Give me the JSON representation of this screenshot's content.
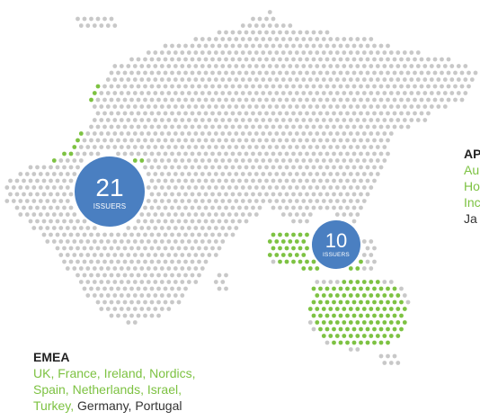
{
  "colors": {
    "land_dot": "#c8c8c8",
    "issuer_dot": "#7dc242",
    "bubble": "#4a7fc1",
    "label_green": "#7dc242",
    "label_dark": "#333333"
  },
  "bubbles": [
    {
      "id": "emea",
      "count": "21",
      "unit": "ISSUERS"
    },
    {
      "id": "apac",
      "count": "10",
      "unit": "ISSUERS"
    }
  ],
  "regions": {
    "emea": {
      "title": "EMEA",
      "line1": "UK, France, Ireland, Nordics,",
      "line2": "Spain, Netherlands, Israel,",
      "line3_green": "Turkey,",
      "line3_dark": " Germany, Portugal"
    },
    "apac": {
      "title": "AP",
      "line1": "Au",
      "line2": "Ho",
      "line3": "Inc",
      "line4": "Ja"
    }
  }
}
